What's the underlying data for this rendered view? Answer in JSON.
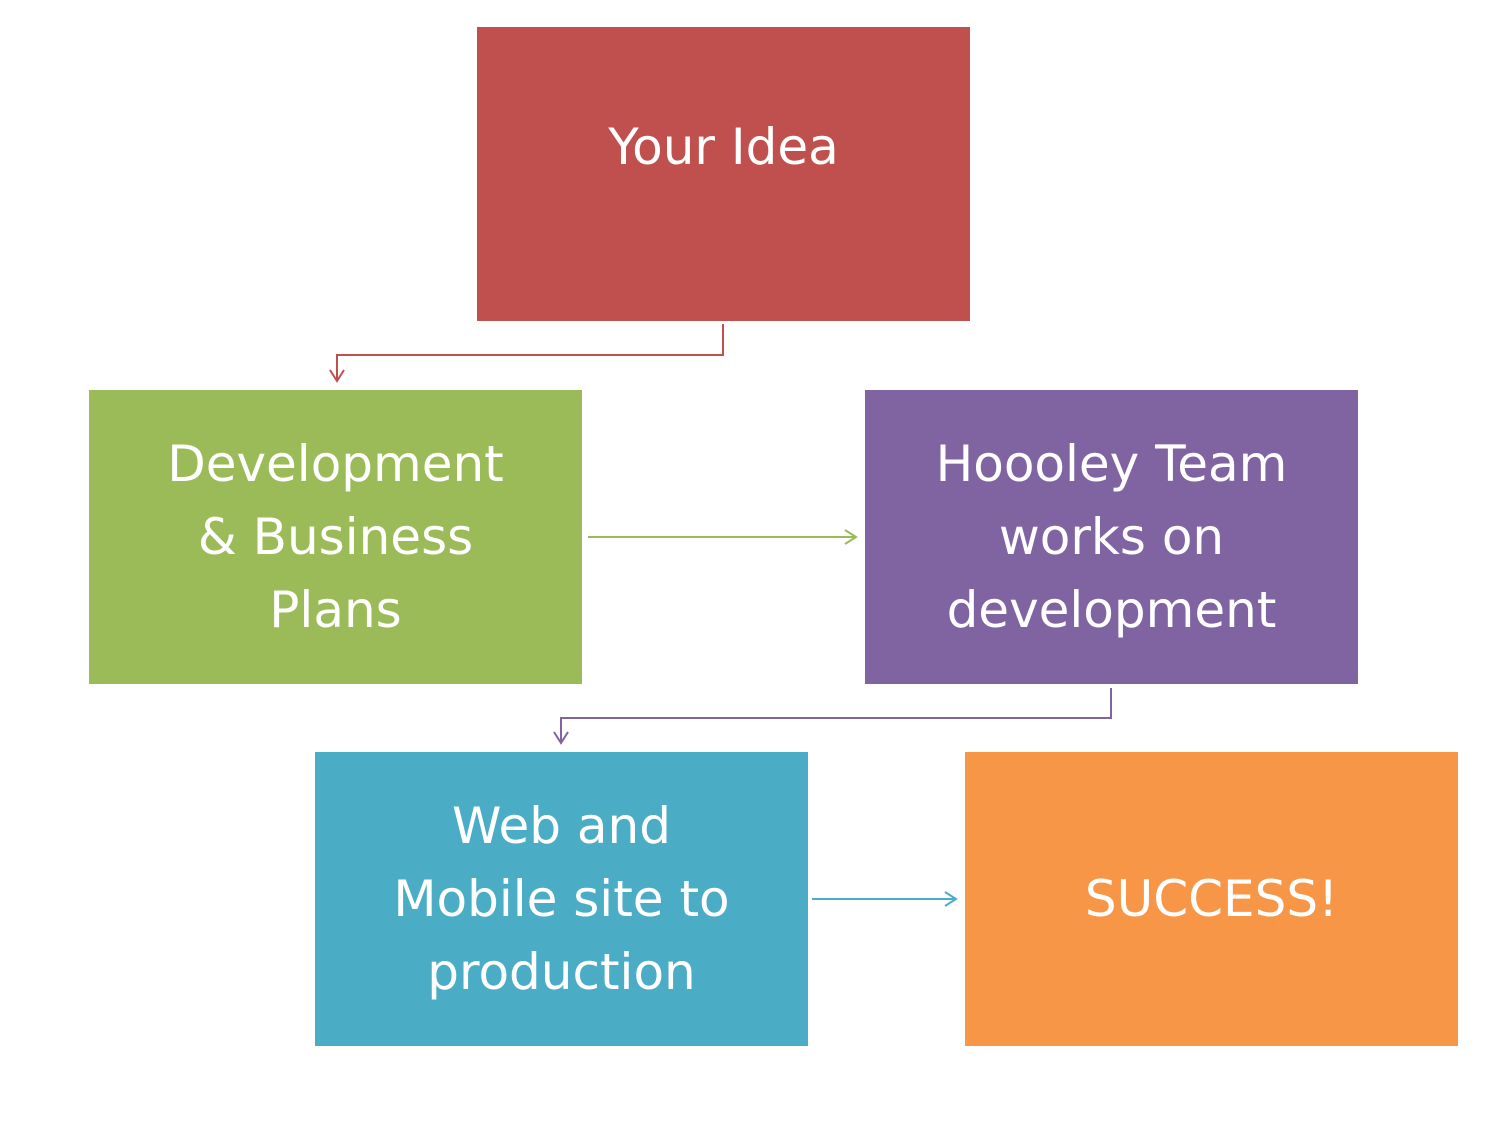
{
  "diagram": {
    "nodes": [
      {
        "id": "idea",
        "label": "Your Idea",
        "color": "#c0504d"
      },
      {
        "id": "plans",
        "label": "Development\n& Business\nPlans",
        "color": "#9bbb59"
      },
      {
        "id": "team",
        "label": "Hoooley Team\nworks on\ndevelopment",
        "color": "#8064a2"
      },
      {
        "id": "web",
        "label": "Web and\nMobile site to\nproduction",
        "color": "#4bacc6"
      },
      {
        "id": "success",
        "label": "SUCCESS!",
        "color": "#f79646"
      }
    ],
    "edges": [
      {
        "from": "idea",
        "to": "plans",
        "color": "#c0504d"
      },
      {
        "from": "plans",
        "to": "team",
        "color": "#9bbb59"
      },
      {
        "from": "team",
        "to": "web",
        "color": "#8064a2"
      },
      {
        "from": "web",
        "to": "success",
        "color": "#4bacc6"
      }
    ]
  }
}
